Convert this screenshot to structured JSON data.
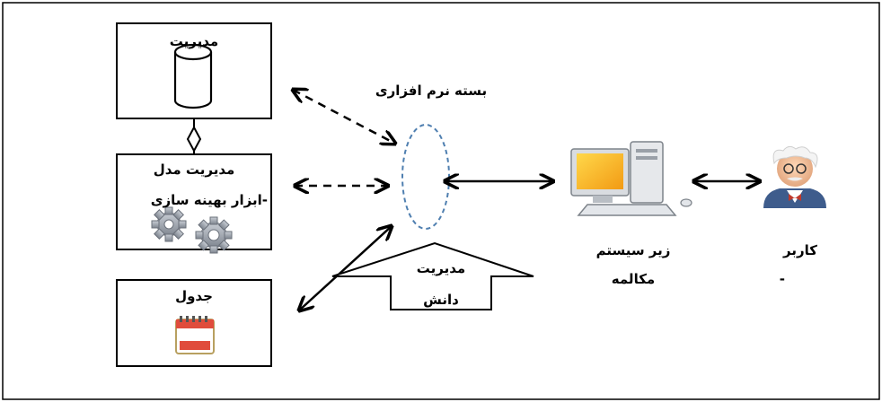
{
  "boxes": {
    "management": "مدیریت",
    "model_management": "مدیریت مدل",
    "optimization_tools": "-ابزار بهینه سازی",
    "table": "جدول"
  },
  "labels": {
    "software_package": "بسته نرم افزاری",
    "knowledge_management_line1": "مدیریت",
    "knowledge_management_line2": "دانش",
    "dialog_subsystem_line1": "زیر سیستم",
    "dialog_subsystem_line2": "مکالمه",
    "user_line1": "کاربر",
    "user_line2": "-"
  },
  "icons": [
    "database-cylinder-icon",
    "gear-icon",
    "calendar-icon",
    "desktop-computer-icon",
    "user-avatar-icon"
  ],
  "colors": {
    "ellipse_stroke": "#4f7fb0",
    "gear_fill": "#9aa0a8",
    "calendar_red": "#e04c3c"
  }
}
